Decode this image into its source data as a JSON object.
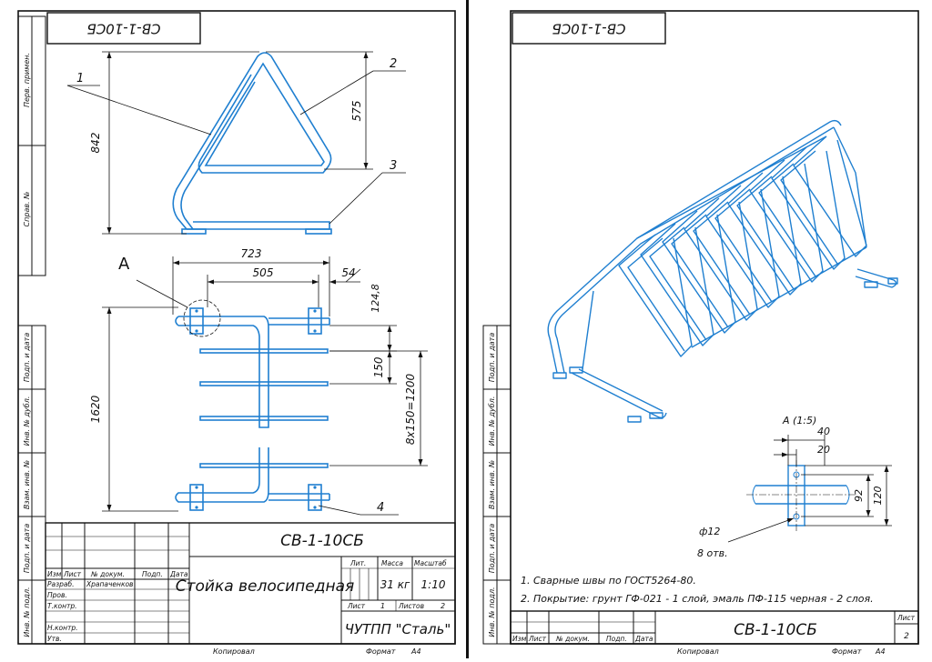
{
  "colors": {
    "part": "#1f7fd0",
    "line": "#111111",
    "paper": "#ffffff"
  },
  "sheet1": {
    "stamp": "СВ-1-10СБ",
    "side_strips": [
      "Перв. примен.",
      "Справ. №",
      "Подп. и дата",
      "Инв. № дубл.",
      "Взам. инв. №",
      "Подп. и дата",
      "Инв. № подл."
    ],
    "callouts": [
      "1",
      "2",
      "3",
      "4"
    ],
    "detail_letter": "А",
    "dims": {
      "height_842": "842",
      "height_575": "575",
      "width_723": "723",
      "width_505": "505",
      "width_54": "54",
      "depth_124_8": "124,8",
      "length_1620": "1620",
      "pitch_150": "150",
      "pitch_total": "8х150=1200"
    },
    "title_block": {
      "designation": "СВ-1-10СБ",
      "name": "Стойка велосипедная",
      "col_headers": [
        "Изм.",
        "Лист",
        "№ докум.",
        "Подп.",
        "Дата"
      ],
      "roles": [
        "Разраб.",
        "Пров.",
        "Т.контр.",
        "Н.контр.",
        "Утв."
      ],
      "developer": "Храпаченков",
      "lit_label": "Лит.",
      "mass_label": "Масса",
      "scale_label": "Масштаб",
      "mass": "31 кг",
      "scale": "1:10",
      "sheet_label": "Лист",
      "sheet_no": "1",
      "sheets_label": "Листов",
      "sheets_total": "2",
      "company": "ЧУТПП \"Сталь\""
    },
    "footer": {
      "copied": "Копировал",
      "format_label": "Формат",
      "format": "А4"
    }
  },
  "sheet2": {
    "stamp": "СВ-1-10СБ",
    "side_strips": [
      "Подп. и дата",
      "Инв. № дубл.",
      "Взам. инв. №",
      "Подп. и дата",
      "Инв. № подл."
    ],
    "detail": {
      "label": "А (1:5)",
      "dim_40": "40",
      "dim_20": "20",
      "dim_92": "92",
      "dim_120": "120",
      "hole": "ф12",
      "holes_count": "8 отв."
    },
    "notes": [
      "1. Сварные швы по ГОСТ5264-80.",
      "2. Покрытие: грунт ГФ-021 - 1 слой, эмаль ПФ-115 черная - 2 слоя."
    ],
    "title_block": {
      "designation": "СВ-1-10СБ",
      "col_headers": [
        "Изм.",
        "Лист",
        "№ докум.",
        "Подп.",
        "Дата"
      ],
      "sheet_label": "Лист",
      "sheet_no": "2"
    },
    "footer": {
      "copied": "Копировал",
      "format_label": "Формат",
      "format": "А4"
    }
  }
}
